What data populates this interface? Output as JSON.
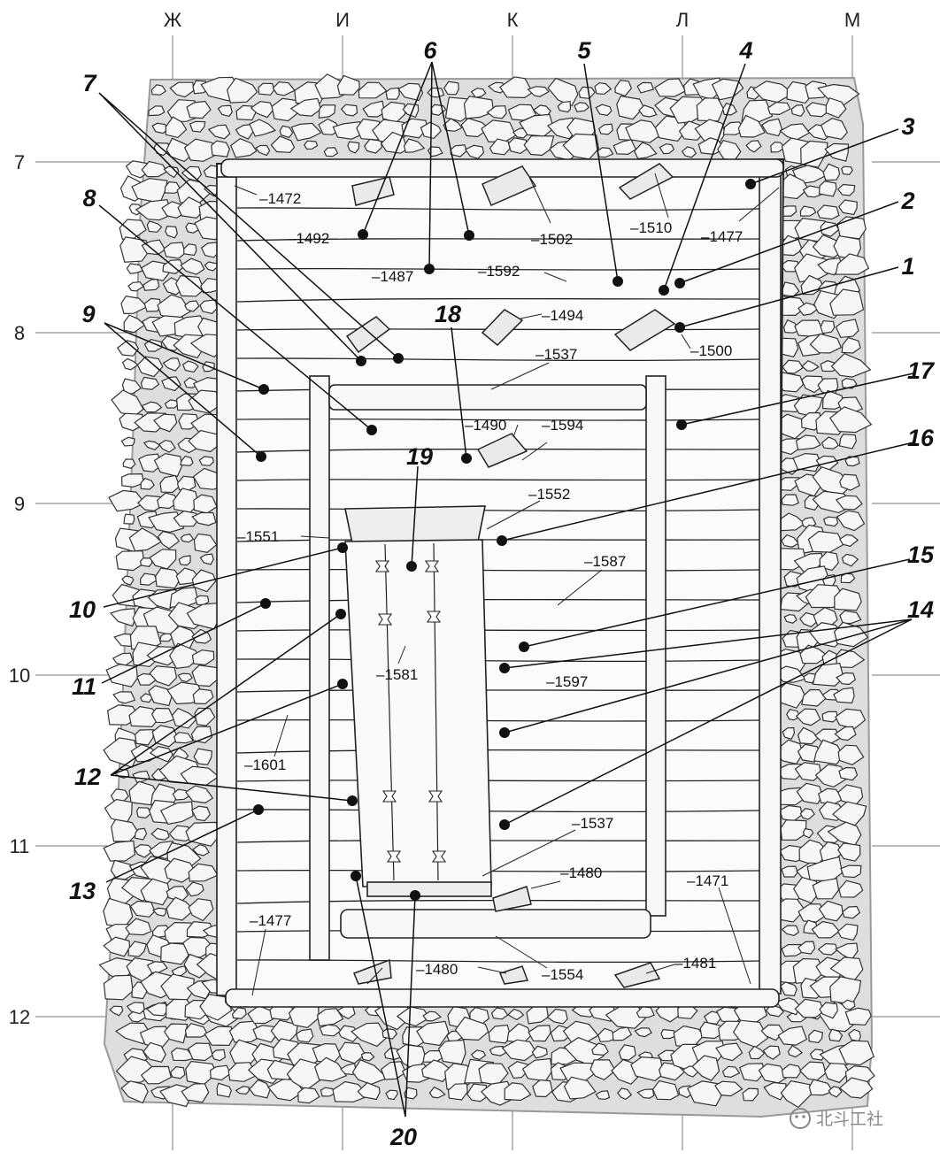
{
  "grid": {
    "columns": [
      "Ж",
      "И",
      "К",
      "Л",
      "М"
    ],
    "rows": [
      "7",
      "8",
      "9",
      "10",
      "11",
      "12"
    ]
  },
  "elevations": {
    "e1472": "–1472",
    "e1492": "–1492",
    "e1487": "–1487",
    "e1502": "–1502",
    "e1510": "–1510",
    "e1477_top": "–1477",
    "e1592": "–1592",
    "e1494": "–1494",
    "e1500": "–1500",
    "e1537_top": "–1537",
    "e1490": "–1490",
    "e1594": "–1594",
    "e1552": "–1552",
    "e1551": "–1551",
    "e1587": "–1587",
    "e1581": "–1581",
    "e1597": "–1597",
    "e1601": "–1601",
    "e1537_bottom": "–1537",
    "e1480_right": "–1480",
    "e1471": "–1471",
    "e1477_bottom": "–1477",
    "e1480_bottom": "–1480",
    "e1554": "–1554",
    "e1481": "–1481"
  },
  "callouts": {
    "n1": "1",
    "n2": "2",
    "n3": "3",
    "n4": "4",
    "n5": "5",
    "n6": "6",
    "n7": "7",
    "n8": "8",
    "n9": "9",
    "n10": "10",
    "n11": "11",
    "n12": "12",
    "n13": "13",
    "n14": "14",
    "n15": "15",
    "n16": "16",
    "n17": "17",
    "n18": "18",
    "n19": "19",
    "n20": "20"
  },
  "watermark": "北斗工社",
  "watermark_icon": "wechat-icon"
}
